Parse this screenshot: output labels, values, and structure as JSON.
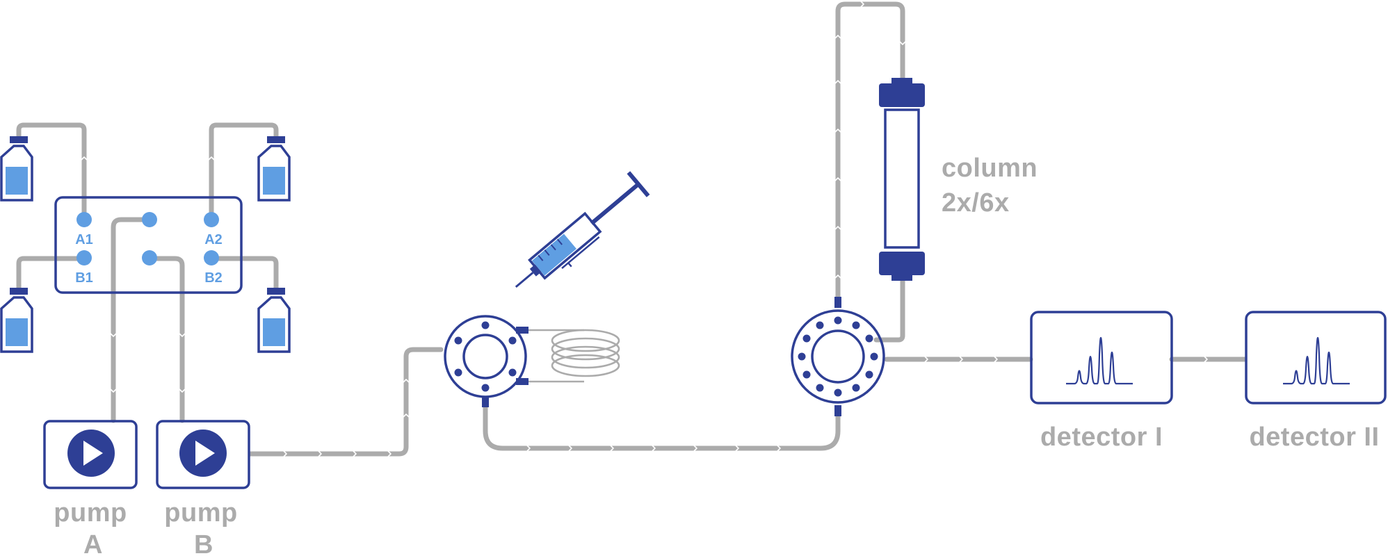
{
  "valve_ports": {
    "a1": "A1",
    "a2": "A2",
    "b1": "B1",
    "b2": "B2"
  },
  "pumps": {
    "a": {
      "line1": "pump",
      "line2": "A"
    },
    "b": {
      "line1": "pump",
      "line2": "B"
    }
  },
  "column": {
    "line1": "column",
    "line2": "2x/6x"
  },
  "detectors": {
    "one": "detector I",
    "two": "detector II"
  },
  "colors": {
    "navy": "#2e3f95",
    "light_blue": "#5f9ee2",
    "tubing_gray": "#ababab"
  }
}
